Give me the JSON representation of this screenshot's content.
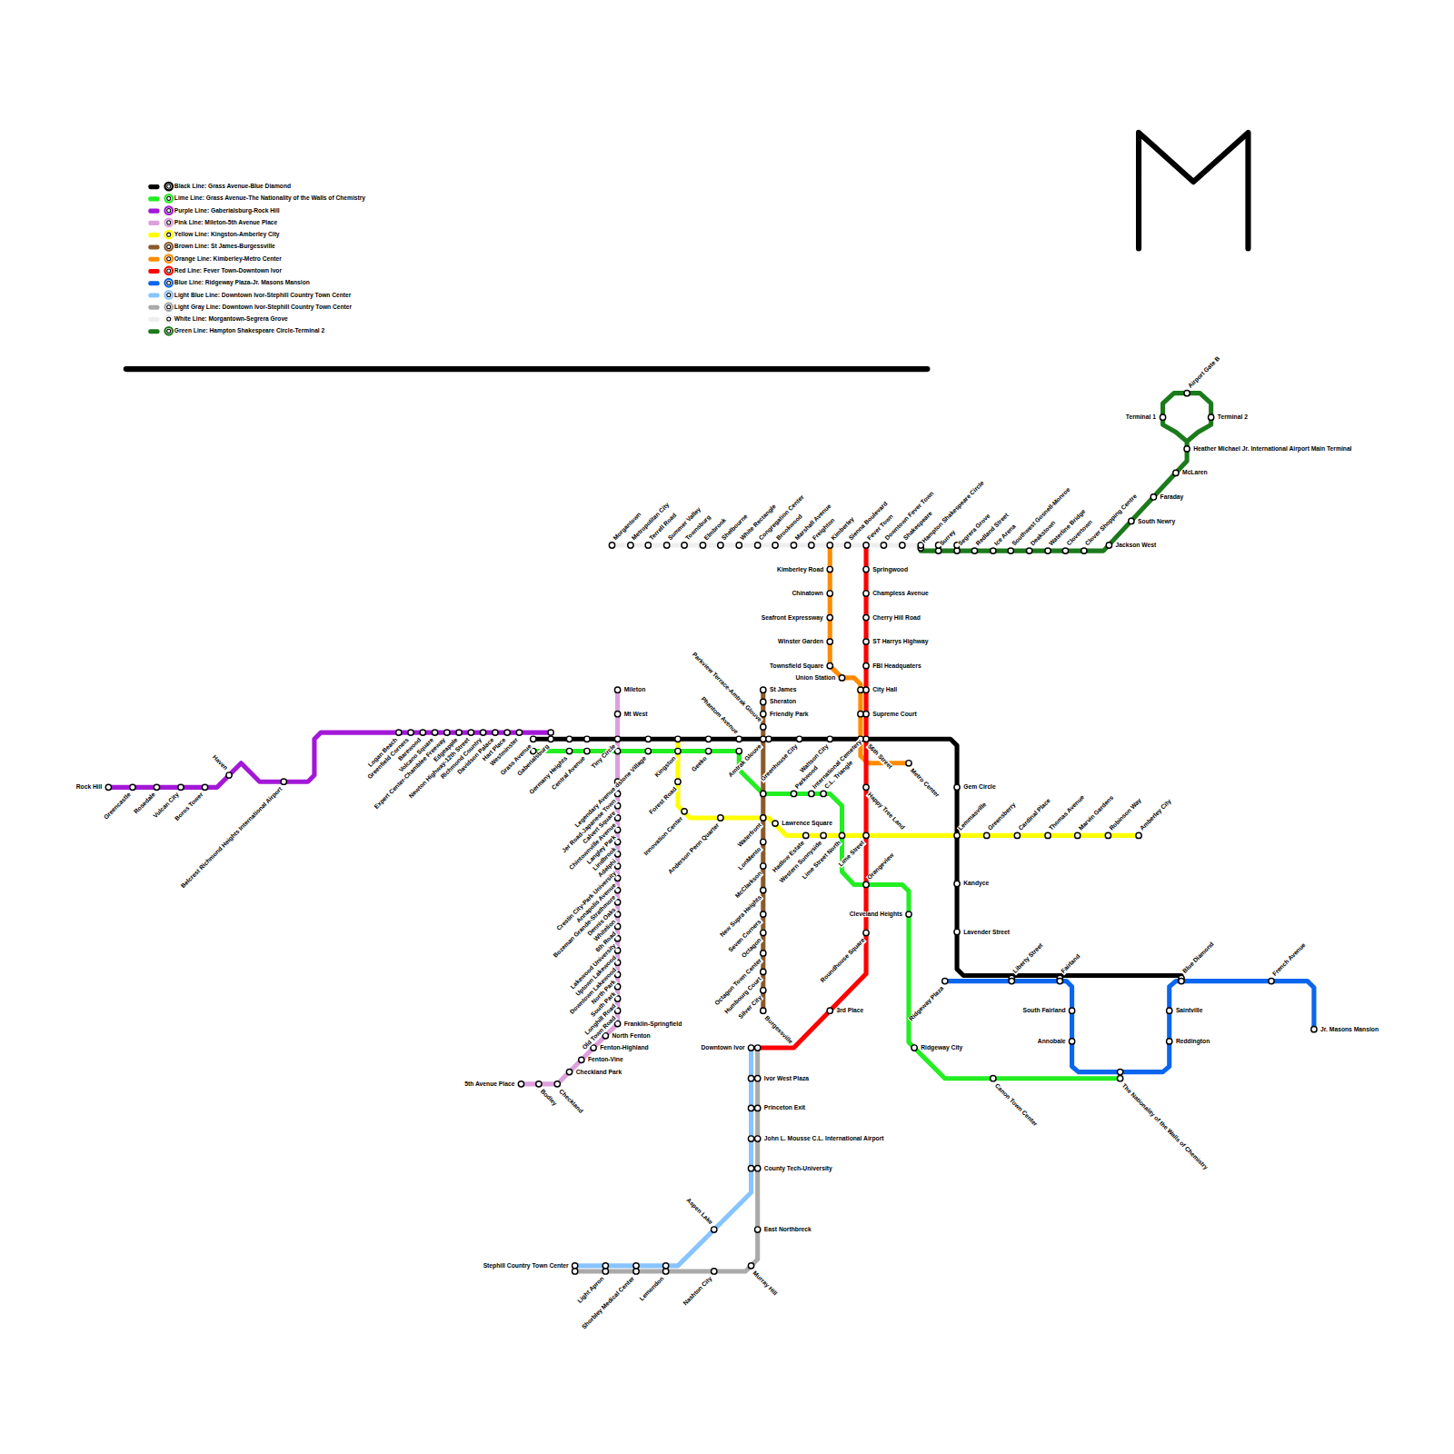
{
  "diagram": {
    "labels": [
      "Morgantown",
      "Metropolitan City",
      "Terrell Road",
      "Summer Valley",
      "Townsburg",
      "Elmbrook",
      "Shelbourne",
      "White Rectangle",
      "Congregation Center",
      "Brookwood",
      "Marshall Avenue",
      "Freighton",
      "Kimberley",
      "Sienna Boulevard",
      "Fever Town",
      "Downtown Fever Town",
      "Shakespeare",
      "Hampton Shakespeare Circle",
      "Surrey",
      "Segrera Grove",
      "Redland Street",
      "Ice Arena",
      "Southwest Gosnell-Monroe",
      "Deakstown",
      "Waterline Bridge",
      "Clovertown",
      "Clover Shopping Centre",
      "Jackson West",
      "South Newry",
      "Faraday",
      "McLaren",
      "Heather Michael Jr. International Airport Main Terminal",
      "Terminal 1",
      "Airport Gate B",
      "Terminal 2",
      "Kimberley Road",
      "Chinatown",
      "Seafront Expressway",
      "Winster Garden",
      "Townsfield Square",
      "Union Station",
      "Metro Center",
      "Springwood",
      "Champless Avenue",
      "Cherry Hill Road",
      "ST Harrys Highway",
      "FBI Headquaters",
      "City Hall",
      "Supreme Court",
      "56th Street",
      "Happy Tree Land",
      "Lime Street",
      "Orangeview",
      "Roundhouse Square",
      "3rd Place",
      "Downtown Ivor",
      "Grass Avenue",
      "Gaberialsburg",
      "Germany Heights",
      "Central Avenue",
      "Tiny Circle",
      "Sandstone Village",
      "Kingston",
      "Geeko",
      "Phantom Avenue",
      "Amtrak Glouve",
      "Greenhouse City",
      "Wattson City",
      "Gem Circle",
      "Lemmasville",
      "Kandyce",
      "Lavender Street",
      "Liberty Street",
      "Fairland",
      "Blue Diamond",
      "Rock Hill",
      "Greencastle",
      "Rosedale",
      "Vulcan City",
      "Boros Tower",
      "Haven",
      "Belcrest Richmond Heights International Airport",
      "Logan Beach",
      "Greenfield Corners",
      "Barewood",
      "Volcano Square",
      "Expert Center-Chamblee Freeway",
      "Edgeapple",
      "Newton Highway-12th Street",
      "Richmond Country",
      "Davidson Palace",
      "Hart Place",
      "Westminster",
      "Mileton",
      "Mt West",
      "Legendary Avenue",
      "Jer Road-Japanese Town",
      "Calvert Square",
      "Chintownville Avenue",
      "Langley Park",
      "Lindbrook",
      "Adelphi",
      "Crestin City-Park University",
      "Annapolis Avenue",
      "Bozeman Grande-Strathmore",
      "Dennis Oaks",
      "Whitelion",
      "6th Road",
      "Lakewood University",
      "Uptown Lakewood",
      "Downtown Lakewood",
      "North Park",
      "South Park",
      "Longhill Road",
      "Old Town Road",
      "Franklin-Springfield",
      "North Fenton",
      "Fenton-Highland",
      "Fenton-Vine",
      "Checkland Park",
      "Checkland",
      "Bodley",
      "5th Avenue Place",
      "Waterfront",
      "Parkwood",
      "International Cemetery",
      "C.L. Triangle",
      "Lime Street North",
      "Cleveland Heights",
      "Ridgeway City",
      "Canon Town Center",
      "The Nationality of the Walls of Chemistry",
      "Forest Road",
      "Innovation Center",
      "Anderson Penn Quarter",
      "Lawrence Square",
      "Hadlow Estate",
      "Western Sunnyside",
      "Greensberry",
      "Cardinal Place",
      "Thomas Avenue",
      "Marvin Gardens",
      "Robinson Way",
      "Amberley City",
      "St James",
      "Sheraton",
      "Friendly Park",
      "Parkview Terrace-Amtrak Glouve",
      "LonMento",
      "McClarkson",
      "New Supra Heights",
      "Seven Corners",
      "Octagon",
      "Octagon Town Center",
      "Humbourg Court",
      "Silver City",
      "Burgessville",
      "Ridgeway Plaza",
      "South Fairland",
      "Annobale",
      "Saintville",
      "Reddington",
      "French Avenue",
      "Jr. Masons Mansion",
      "Ivor West Plaza",
      "Princeton Exit",
      "John L. Mousse C.L. International Airport",
      "County Tech-University",
      "Aspen Lake",
      "Stephill Country Town Center",
      "Light Apron",
      "Shorbley Medical Center",
      "Lemondon",
      "East Northbreck",
      "Murray Hill",
      "Nashton City"
    ],
    "legend": [
      {
        "text": "Black Line: Grass Avenue-Blue Diamond",
        "color": "#000000"
      },
      {
        "text": "Lime Line: Grass Avenue-The Nationality of the Walls of Chemistry",
        "color": "#22ee22"
      },
      {
        "text": "Purple Line: Gaberialsburg-Rock Hill",
        "color": "#a318d8"
      },
      {
        "text": "Pink Line: Mileton-5th Avenue Place",
        "color": "#dda0dd"
      },
      {
        "text": "Yellow Line: Kingston-Amberley City",
        "color": "#ffff00"
      },
      {
        "text": "Brown Line: St James-Burgessville",
        "color": "#8b5a2b"
      },
      {
        "text": "Orange Line: Kimberley-Metro Center",
        "color": "#ff8c00"
      },
      {
        "text": "Red Line: Fever Town-Downtown Ivor",
        "color": "#ff0000"
      },
      {
        "text": "Blue Line: Ridgeway Plaza-Jr. Masons Mansion",
        "color": "#0a66ee"
      },
      {
        "text": "Light Blue Line: Downtown Ivor-Stephill Country Town Center",
        "color": "#88c4ff"
      },
      {
        "text": "Light Gray Line: Downtown Ivor-Stephill Country Town Center",
        "color": "#aaaaaa"
      },
      {
        "text": "White Line: Morgantown-Segrera Grove",
        "color": "#eeeeee"
      },
      {
        "text": "Green Line: Hampton Shakespeare Circle-Terminal 2",
        "color": "#1b7a1b"
      }
    ]
  }
}
